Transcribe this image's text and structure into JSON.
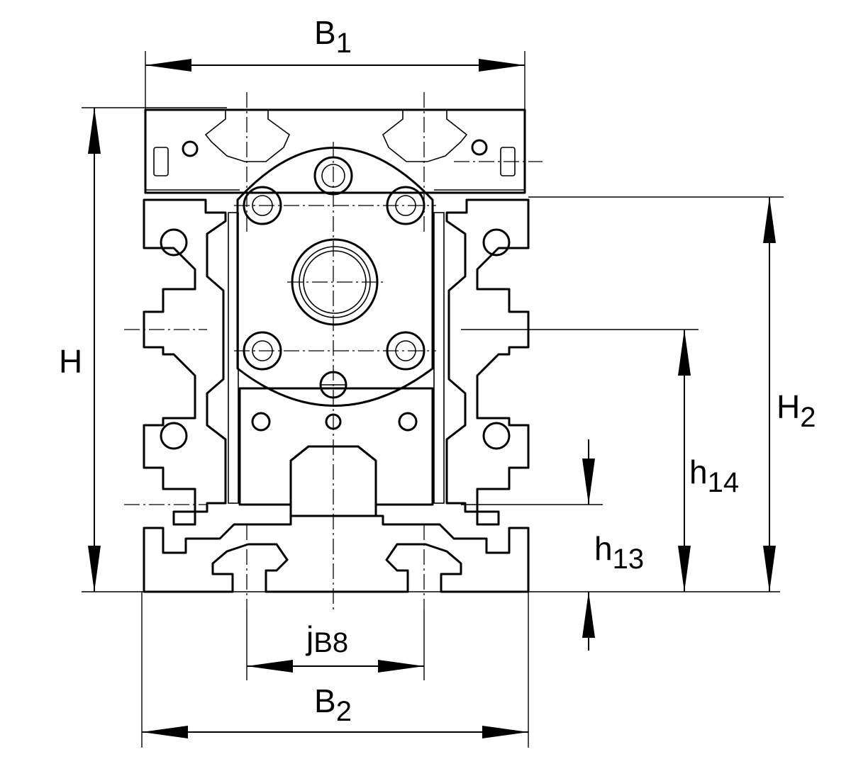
{
  "labels": {
    "B1": {
      "main": "B",
      "sub": "1"
    },
    "B2": {
      "main": "B",
      "sub": "2"
    },
    "H": {
      "main": "H",
      "sub": ""
    },
    "H2": {
      "main": "H",
      "sub": "2"
    },
    "h14": {
      "main": "h",
      "sub": "14"
    },
    "h13": {
      "main": "h",
      "sub": "13"
    },
    "jB8": {
      "main": "j",
      "sub": "B8"
    }
  },
  "colors": {
    "line": "#000000",
    "background": "#ffffff"
  }
}
